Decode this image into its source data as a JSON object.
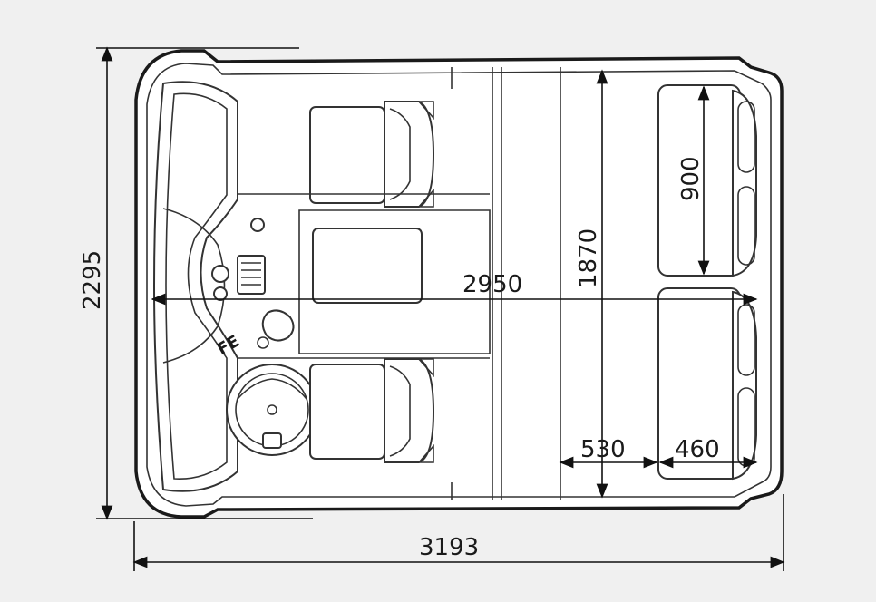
{
  "dimensions": {
    "overall_length": "3193",
    "overall_width": "2295",
    "interior_length": "2950",
    "cargo_width": "1870",
    "bench_width": "900",
    "gap_530": "530",
    "gap_460": "460"
  },
  "colors": {
    "background": "#f0f0f0",
    "vehicle_fill": "#ffffff",
    "line": "#1a1a1a"
  }
}
